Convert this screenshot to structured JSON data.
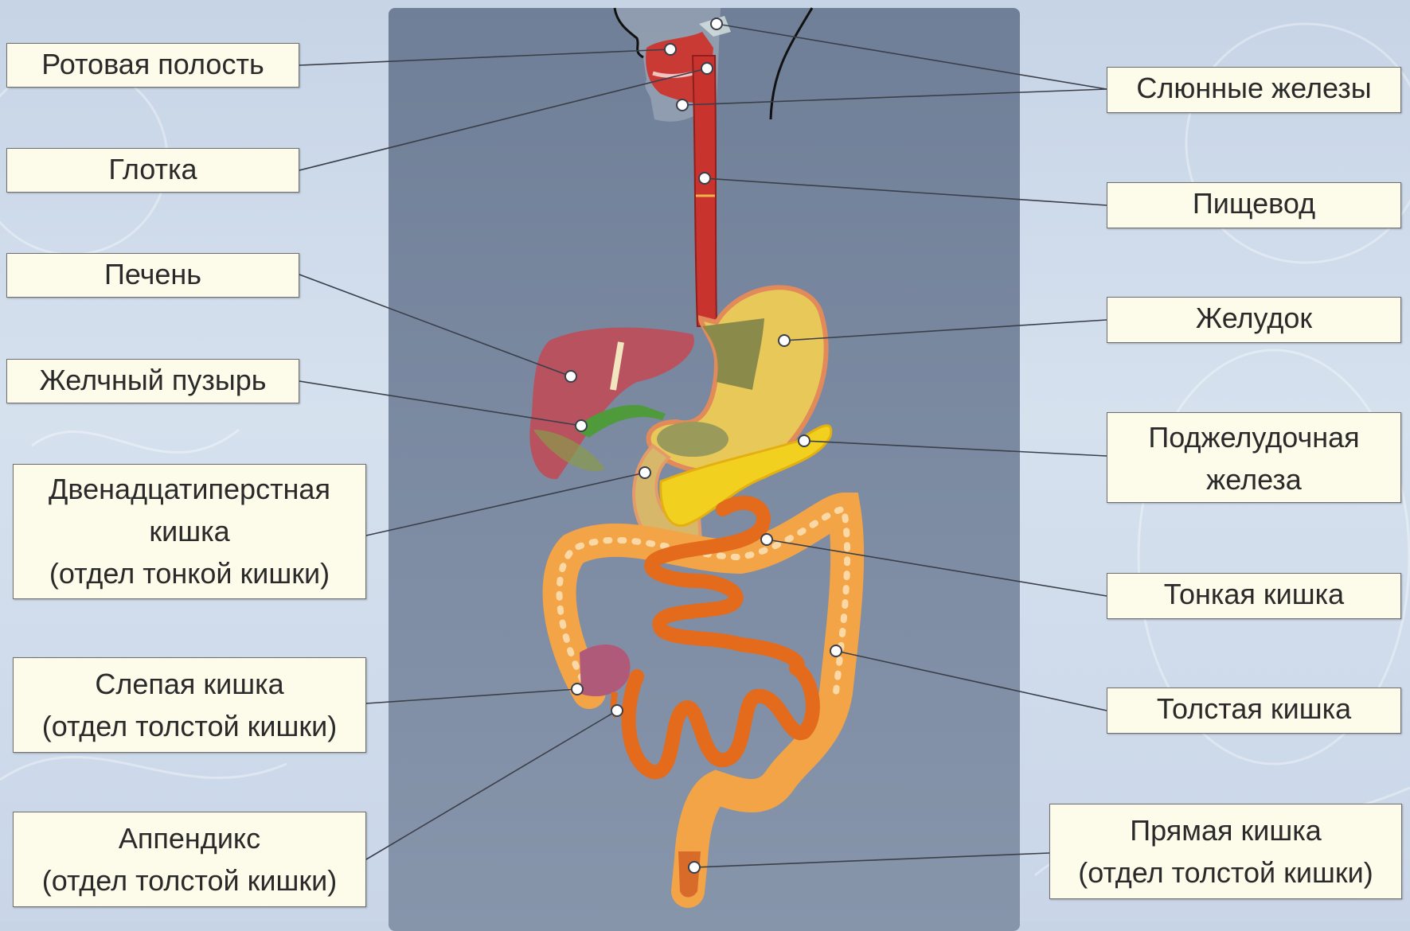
{
  "labels": {
    "mouth": "Ротовая полость",
    "pharynx": "Глотка",
    "liver": "Печень",
    "gallbladder": "Желчный пузырь",
    "duodenum": [
      "Двенадцатиперстная",
      "кишка",
      "(отдел тонкой кишки)"
    ],
    "cecum": [
      "Слепая кишка",
      "(отдел толстой кишки)"
    ],
    "appendix": [
      "Аппендикс",
      "(отдел толстой кишки)"
    ],
    "salivary_glands": "Слюнные железы",
    "esophagus": "Пищевод",
    "stomach": "Желудок",
    "pancreas": [
      "Поджелудочная",
      "железа"
    ],
    "small_intestine": "Тонкая кишка",
    "large_intestine": "Толстая кишка",
    "rectum": [
      "Прямая кишка",
      "(отдел толстой кишки)"
    ]
  },
  "colors": {
    "label_background": "#fdfbe9",
    "panel": "#7585a0",
    "esophagus": "#c8332e",
    "stomach": "#e9c85a",
    "liver": "#b8525f",
    "gallbladder": "#4f9a3a",
    "pancreas": "#f2d020",
    "small_intestine": "#e46a1c",
    "large_intestine": "#f3a447",
    "leader_line": "#3a3f4a"
  }
}
